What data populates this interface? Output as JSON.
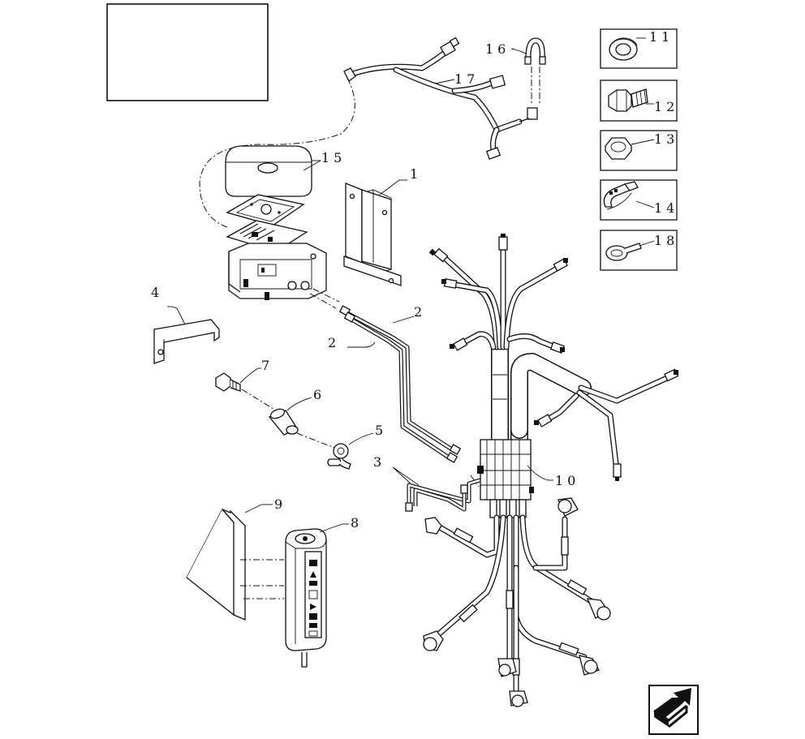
{
  "callouts": {
    "c1": "1",
    "c2a": "2",
    "c2b": "2",
    "c3": "3",
    "c4": "4",
    "c5": "5",
    "c6": "6",
    "c7": "7",
    "c8": "8",
    "c9": "9",
    "c10": "10",
    "c11": "11",
    "c12": "12",
    "c13": "13",
    "c14": "14",
    "c15": "15",
    "c16": "16",
    "c17": "17",
    "c18": "18"
  },
  "legend_icons": [
    "washer-icon",
    "bolt-icon",
    "nut-icon",
    "hose-clamp-icon",
    "p-clip-icon"
  ],
  "nav_icon": "next-page-arrow-icon",
  "title_block": ""
}
